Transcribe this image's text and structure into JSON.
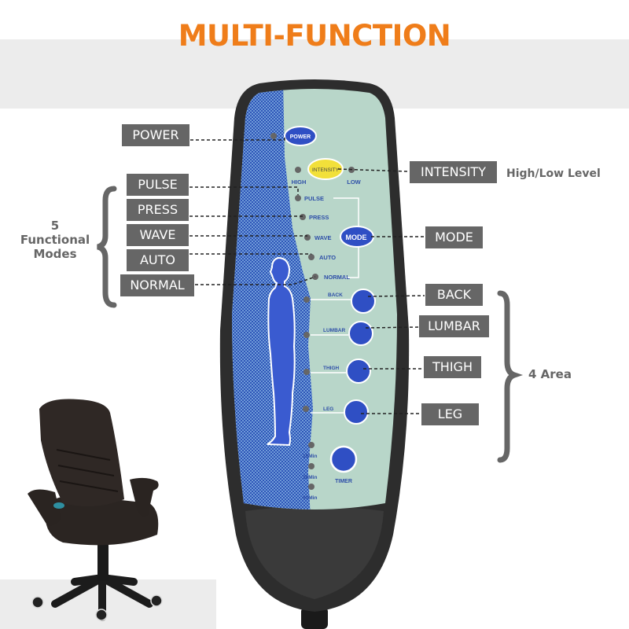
{
  "title": "MULTI-FUNCTION",
  "colors": {
    "accent_orange": "#ef7d1a",
    "label_gray": "#666666",
    "button_blue": "#2f4fc4",
    "intensity_yellow": "#f2e03a",
    "panel_green": "#b8d6c9",
    "remote_body": "#2d2d2d"
  },
  "remote": {
    "power_button": "POWER",
    "intensity_button": "INTENSITY",
    "intensity_levels": [
      "HIGH",
      "LOW"
    ],
    "modes": [
      "PULSE",
      "PRESS",
      "WAVE",
      "AUTO",
      "NORMAL"
    ],
    "mode_button": "MODE",
    "areas": [
      "BACK",
      "LUMBAR",
      "THIGH",
      "LEG"
    ],
    "timer_options": [
      "15Min",
      "30Min",
      "60Min"
    ],
    "timer_button": "TIMER"
  },
  "callouts": {
    "power": "POWER",
    "intensity": "INTENSITY",
    "intensity_note": "High/Low Level",
    "modes": [
      "PULSE",
      "PRESS",
      "WAVE",
      "AUTO",
      "NORMAL"
    ],
    "mode": "MODE",
    "areas": [
      "BACK",
      "LUMBAR",
      "THIGH",
      "LEG"
    ]
  },
  "groups": {
    "modes_count": "5",
    "modes_caption_line1": "Functional",
    "modes_caption_line2": "Modes",
    "areas_caption": "4 Area"
  },
  "product_image": "office-massage-chair"
}
